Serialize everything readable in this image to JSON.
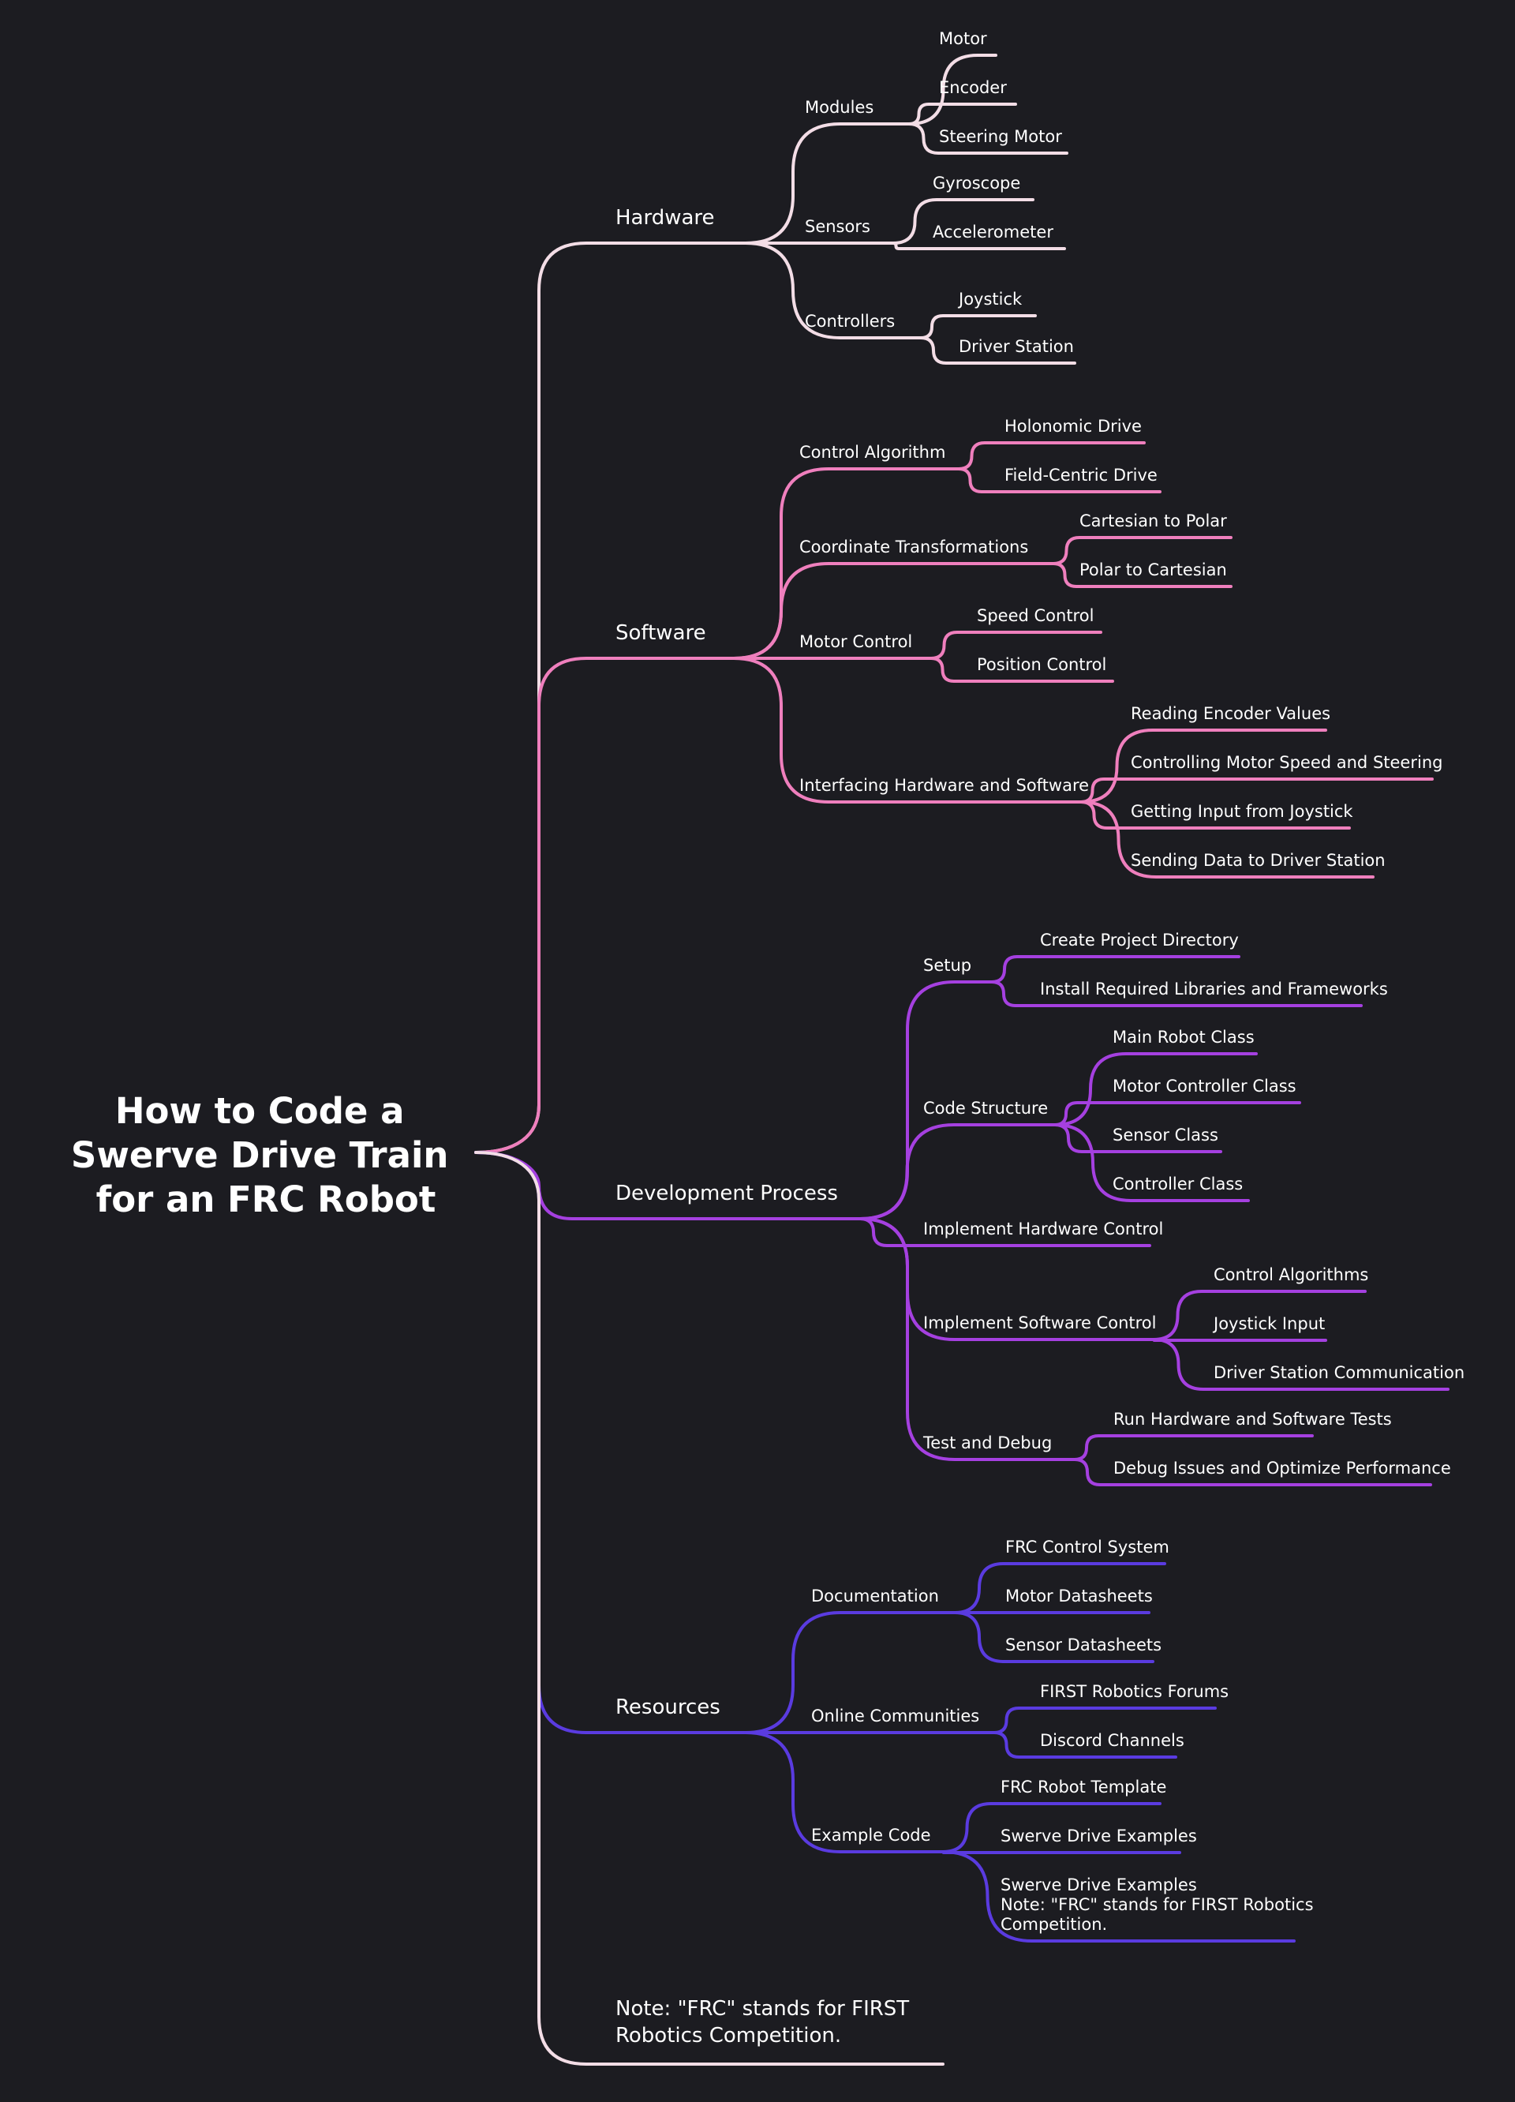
{
  "title": {
    "lines": [
      "How to Code a",
      "Swerve Drive Train",
      "for an FRC Robot"
    ],
    "color": "#ffffff"
  },
  "background": "#1c1c21",
  "branches": [
    {
      "id": "hardware",
      "label": "Hardware",
      "color": "#f3dde6",
      "children": [
        {
          "id": "modules",
          "label": "Modules",
          "children": [
            "Motor",
            "Encoder",
            "Steering Motor"
          ]
        },
        {
          "id": "sensors",
          "label": "Sensors",
          "children": [
            "Gyroscope",
            "Accelerometer"
          ]
        },
        {
          "id": "controllers",
          "label": "Controllers",
          "children": [
            "Joystick",
            "Driver Station"
          ]
        }
      ]
    },
    {
      "id": "software",
      "label": "Software",
      "color": "#ef7fbd",
      "children": [
        {
          "id": "control-algorithm",
          "label": "Control Algorithm",
          "children": [
            "Holonomic Drive",
            "Field-Centric Drive"
          ]
        },
        {
          "id": "coordinate-transformations",
          "label": "Coordinate Transformations",
          "children": [
            "Cartesian to Polar",
            "Polar to Cartesian"
          ]
        },
        {
          "id": "motor-control",
          "label": "Motor Control",
          "children": [
            "Speed Control",
            "Position Control"
          ]
        },
        {
          "id": "interfacing",
          "label": "Interfacing Hardware and Software",
          "children": [
            "Reading Encoder Values",
            "Controlling Motor Speed and Steering",
            "Getting Input from Joystick",
            "Sending Data to Driver Station"
          ]
        }
      ]
    },
    {
      "id": "development-process",
      "label": "Development Process",
      "color": "#a540e0",
      "children": [
        {
          "id": "setup",
          "label": "Setup",
          "children": [
            "Create Project Directory",
            "Install Required Libraries and Frameworks"
          ]
        },
        {
          "id": "code-structure",
          "label": "Code Structure",
          "children": [
            "Main Robot Class",
            "Motor Controller Class",
            "Sensor Class",
            "Controller Class"
          ]
        },
        {
          "id": "implement-hardware",
          "label": "Implement Hardware Control",
          "children": []
        },
        {
          "id": "implement-software",
          "label": "Implement Software Control",
          "children": [
            "Control Algorithms",
            "Joystick Input",
            "Driver Station Communication"
          ]
        },
        {
          "id": "test-debug",
          "label": "Test and Debug",
          "children": [
            "Run Hardware and Software Tests",
            "Debug Issues and Optimize Performance"
          ]
        }
      ]
    },
    {
      "id": "resources",
      "label": "Resources",
      "color": "#5a3be0",
      "children": [
        {
          "id": "documentation",
          "label": "Documentation",
          "children": [
            "FRC Control System",
            "Motor Datasheets",
            "Sensor Datasheets"
          ]
        },
        {
          "id": "online-communities",
          "label": "Online Communities",
          "children": [
            "FIRST Robotics Forums",
            "Discord Channels"
          ]
        },
        {
          "id": "example-code",
          "label": "Example Code",
          "children": [
            "FRC Robot Template",
            "Swerve Drive Examples",
            "Swerve Drive Examples\nNote: \"FRC\" stands for FIRST Robotics\nCompetition."
          ]
        }
      ]
    },
    {
      "id": "note",
      "label": "Note: \"FRC\" stands for FIRST\nRobotics Competition.",
      "color": "#f3dde6",
      "children": []
    }
  ]
}
